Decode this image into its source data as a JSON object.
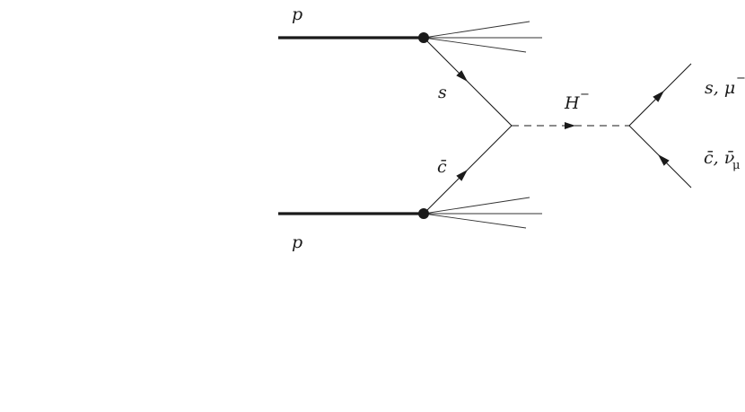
{
  "labels": {
    "proton_top": "p",
    "proton_bottom": "p",
    "quark_s": "s",
    "quark_cbar": "c̄",
    "higgs": "H",
    "higgs_charge": "−",
    "final_upper": "s, μ",
    "final_upper_sup": "−",
    "final_lower": "c̄, ν̄",
    "final_lower_sub": "μ"
  },
  "colors": {
    "line": "#1a1a1a",
    "background": "#ffffff"
  }
}
